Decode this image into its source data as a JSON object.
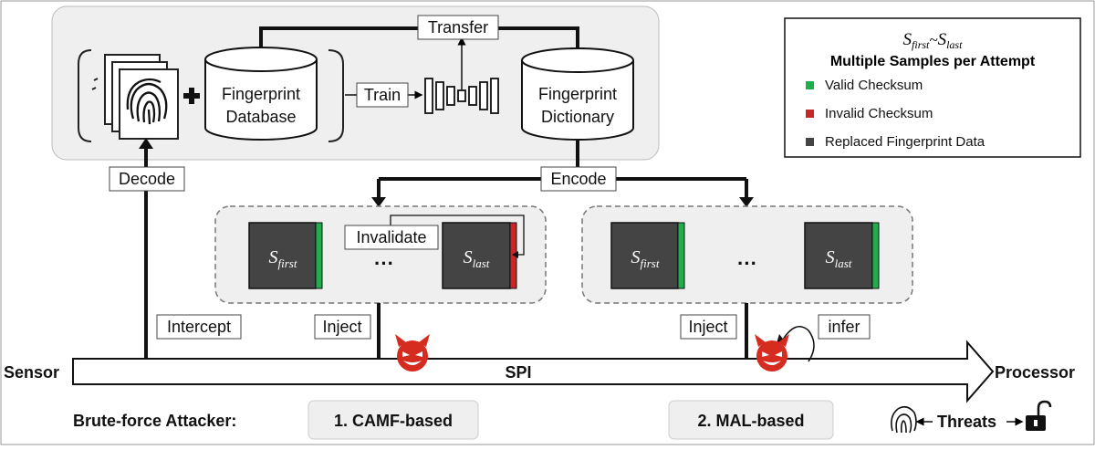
{
  "labels": {
    "transfer": "Transfer",
    "train": "Train",
    "fp_database_l1": "Fingerprint",
    "fp_database_l2": "Database",
    "fp_dictionary_l1": "Fingerprint",
    "fp_dictionary_l2": "Dictionary",
    "decode": "Decode",
    "encode": "Encode",
    "invalidate": "Invalidate",
    "intercept": "Intercept",
    "inject_1": "Inject",
    "inject_2": "Inject",
    "infer": "infer",
    "sensor": "Sensor",
    "spi": "SPI",
    "processor": "Processor",
    "attacker": "Brute-force Attacker:",
    "method_1": "1. CAMF-based",
    "method_2": "2. MAL-based",
    "threats": "Threats",
    "ellipsis": "···",
    "s_first": "first",
    "s_last": "last"
  },
  "legend": {
    "title_first": "first",
    "title_last": "last",
    "subtitle": "Multiple Samples per Attempt",
    "items": [
      {
        "label": "Valid Checksum",
        "color": "#1fae4b"
      },
      {
        "label": "Invalid Checksum",
        "color": "#c62828"
      },
      {
        "label": "Replaced Fingerprint Data",
        "color": "#444444"
      }
    ]
  },
  "colors": {
    "sample_fill": "#444444",
    "valid": "#1fae4b",
    "invalid": "#c62828",
    "devil": "#d62b1f",
    "panel_fill": "#efefef"
  },
  "icons": [
    "fingerprint-stack-icon",
    "plus-icon",
    "autoencoder-icon",
    "devil-icon",
    "fingerprint-icon",
    "unlock-icon"
  ]
}
